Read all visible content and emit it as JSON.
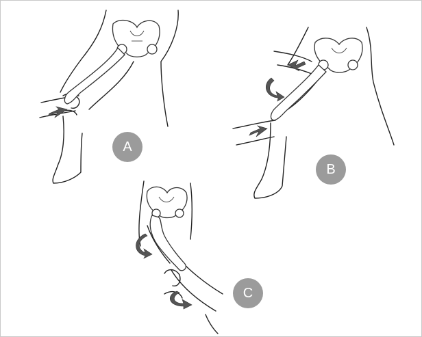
{
  "panels": [
    {
      "id": "A",
      "label": "A"
    },
    {
      "id": "B",
      "label": "B"
    },
    {
      "id": "C",
      "label": "C"
    }
  ],
  "colors": {
    "badge": "#9b9b9b",
    "badge_text": "#ffffff",
    "line": "#222222",
    "frame": "#c9c9c9"
  }
}
